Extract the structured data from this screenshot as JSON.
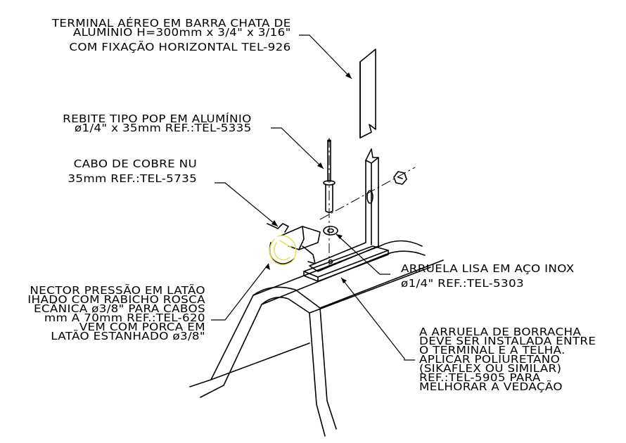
{
  "labels": {
    "terminal": [
      "TERMINAL AÉREO EM BARRA CHATA DE",
      "ALUMÍNIO H=300mm x 3/4\" x 3/16\"",
      "COM FIXAÇÃO HORIZONTAL TEL-926"
    ],
    "rebite": [
      "REBITE TIPO POP EM ALUMÍNIO",
      "ø1/4\" x 35mm REF.:TEL-5335"
    ],
    "cabo": [
      "CABO DE COBRE NU",
      "35mm REF.:TEL-5735"
    ],
    "conector": [
      "NECTOR PRESSÃO EM LATÃO",
      "IHADO COM RABICHO ROSCA",
      "ECÂNICA ø3/8\" PARA CABOS",
      "mm A 70mm REF.:TEL-620",
      "VEM COM PORCA EM",
      "LATÃO ESTANHADO ø3/8\""
    ],
    "arruela_lisa": [
      "ARRUELA LISA EM AÇO INOX",
      "ø1/4\" REF.:TEL-5303"
    ],
    "arruela_borracha": [
      "A ARRUELA DE BORRACHA",
      "DEVE SER INSTALADA ENTRE",
      "O TERMINAL E A TELHA.",
      "APLICAR POLIURETANO",
      "(SIKAFLEX OU SIMILAR)",
      "REF.:TEL-5905 PARA",
      "MELHORAR A VEDAÇÃO"
    ]
  },
  "colors": {
    "ink": "#000000",
    "highlight": "#e6e04a",
    "paper": "#ffffff"
  }
}
